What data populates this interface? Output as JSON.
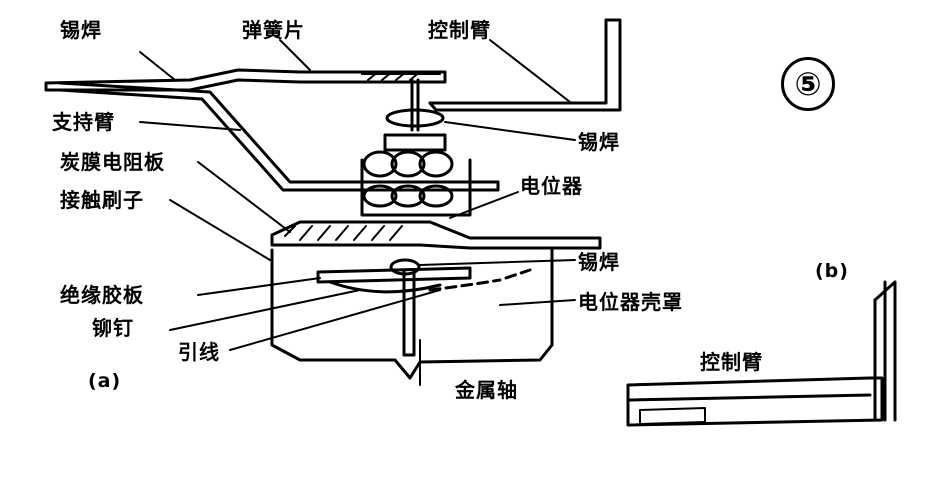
{
  "figure_number": "⑤",
  "subfigure_a": "(a)",
  "subfigure_b": "(b)",
  "labels": {
    "solder_top_left": "锡焊",
    "spring_plate": "弹簧片",
    "control_arm_top": "控制臂",
    "support_arm": "支持臂",
    "solder_mid": "锡焊",
    "carbon_film_board": "炭膜电阻板",
    "potentiometer": "电位器",
    "contact_brush": "接触刷子",
    "solder_right": "锡焊",
    "insulating_board": "绝缘胶板",
    "pot_housing": "电位器壳罩",
    "rivet": "铆钉",
    "lead_wire": "引线",
    "metal_shaft": "金属轴",
    "control_arm_b": "控制臂"
  }
}
